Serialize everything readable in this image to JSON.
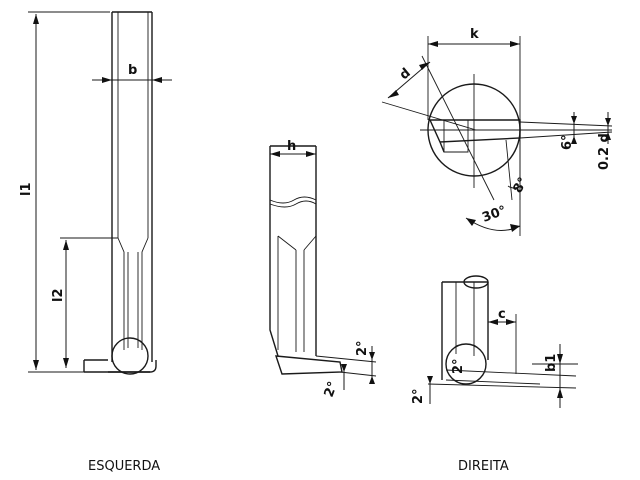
{
  "diagram": {
    "left_view": {
      "caption": "ESQUERDA",
      "labels": {
        "total_length": "l1",
        "flute_length": "l2",
        "width": "b"
      }
    },
    "middle_view": {
      "labels": {
        "height": "h",
        "angle_top": "2°",
        "angle_bottom": "2°"
      }
    },
    "right_view": {
      "caption": "DIREITA",
      "labels": {
        "k": "k",
        "d": "d",
        "angle_6": "6°",
        "offset": "0.2 d",
        "angle_8": "8°",
        "angle_30": "30°",
        "c": "c",
        "b1": "b1",
        "angle_small_top": "2°",
        "angle_small_bottom": "2°"
      }
    }
  }
}
